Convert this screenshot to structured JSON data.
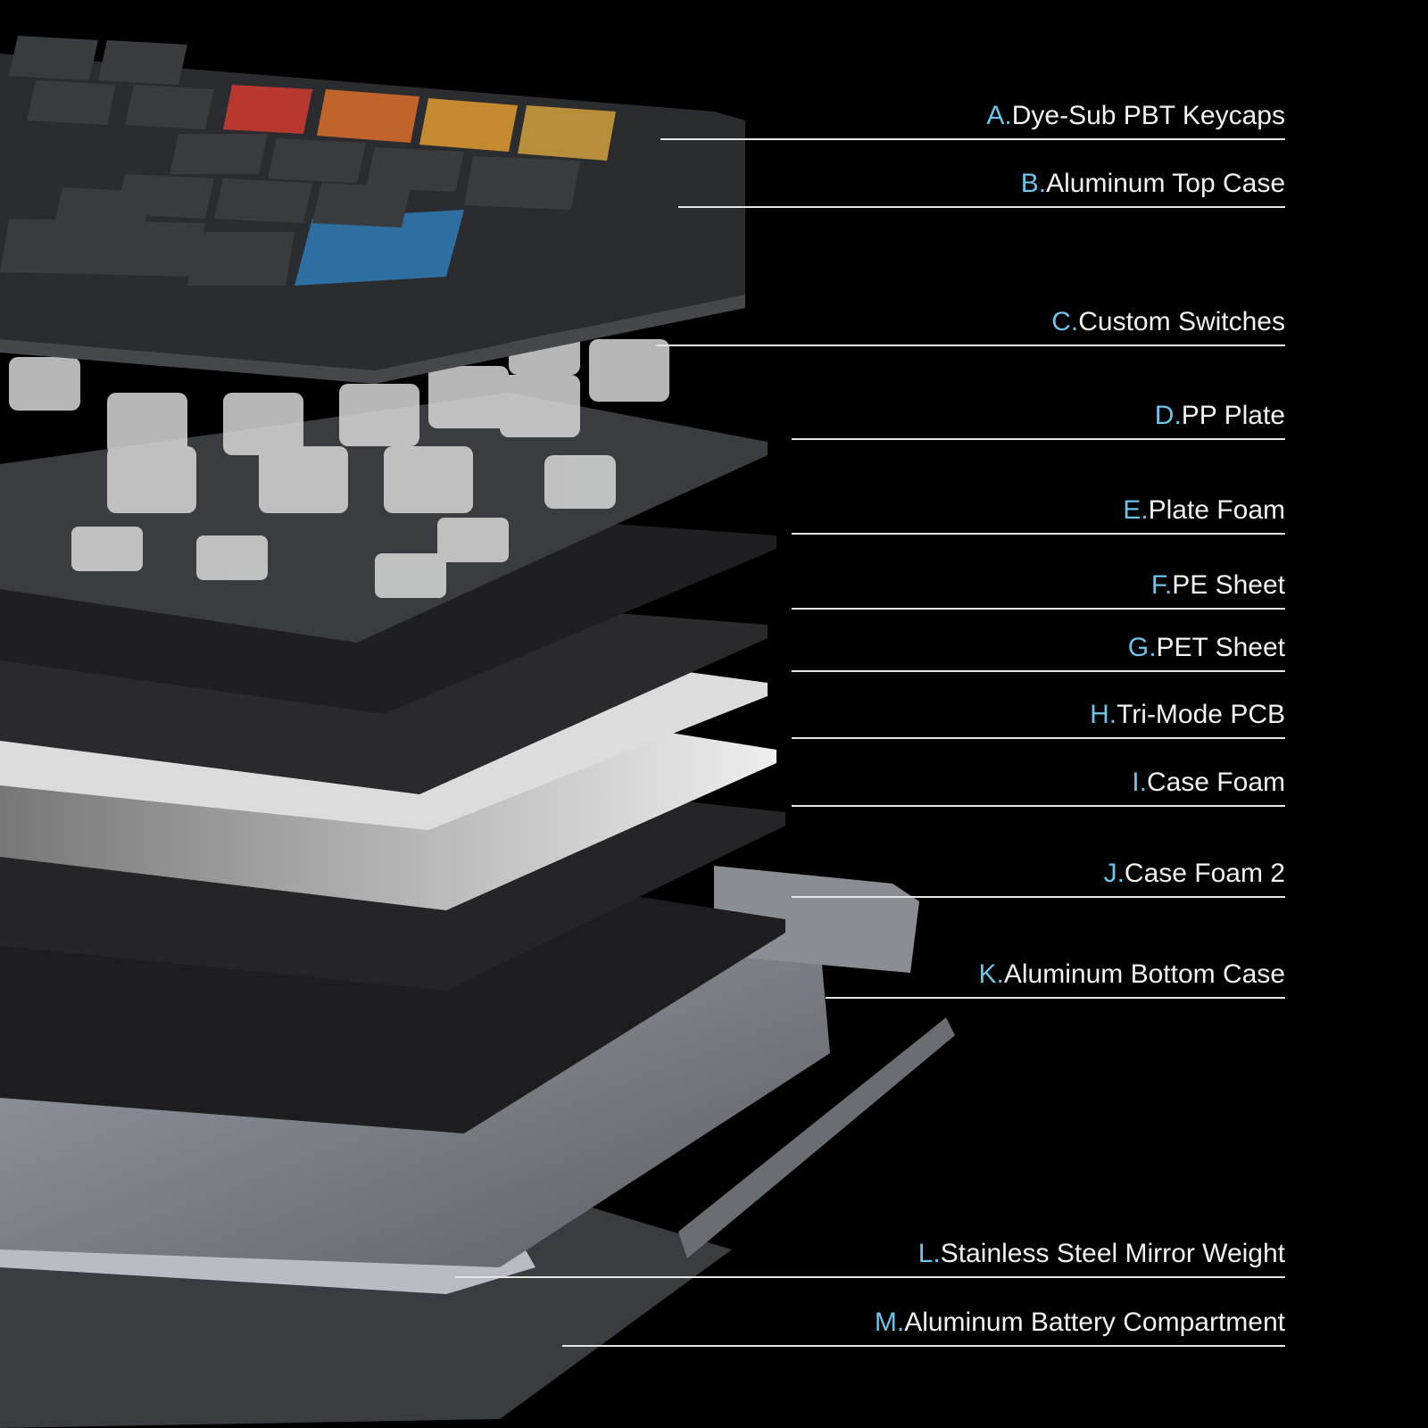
{
  "colors": {
    "letter": "#6ec3ea",
    "text": "#f2f2f2",
    "background": "#000000"
  },
  "parts": [
    {
      "letter": "A.",
      "name": "Dye-Sub PBT Keycaps"
    },
    {
      "letter": "B.",
      "name": "Aluminum Top Case"
    },
    {
      "letter": "C.",
      "name": "Custom Switches"
    },
    {
      "letter": "D.",
      "name": "PP Plate"
    },
    {
      "letter": "E.",
      "name": "Plate Foam"
    },
    {
      "letter": "F.",
      "name": "PE Sheet"
    },
    {
      "letter": "G.",
      "name": "PET Sheet"
    },
    {
      "letter": "H.",
      "name": "Tri-Mode PCB"
    },
    {
      "letter": "I.",
      "name": "Case Foam"
    },
    {
      "letter": "J.",
      "name": "Case Foam 2"
    },
    {
      "letter": "K.",
      "name": "Aluminum Bottom Case"
    },
    {
      "letter": "L.",
      "name": "Stainless Steel Mirror Weight"
    },
    {
      "letter": "M.",
      "name": "Aluminum Battery Compartment"
    }
  ]
}
